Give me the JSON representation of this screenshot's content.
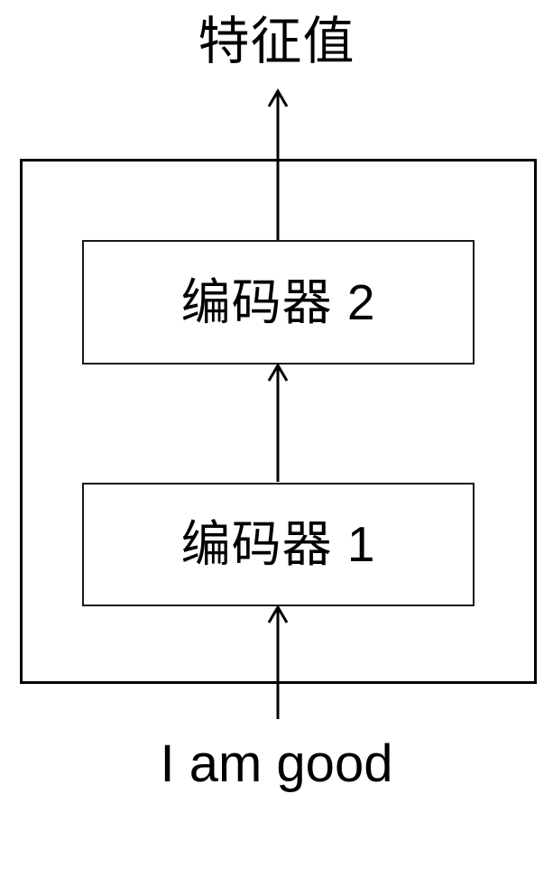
{
  "diagram": {
    "title": "特征值",
    "input_text": "I am good",
    "stroke_color": "#000000",
    "background_color": "#ffffff",
    "blocks": [
      {
        "id": "encoder-2",
        "label": "编码器 2"
      },
      {
        "id": "encoder-1",
        "label": "编码器 1"
      }
    ],
    "arrows": [
      {
        "id": "arrow-input-to-encoder1",
        "direction": "up",
        "from": "I am good",
        "to": "编码器 1"
      },
      {
        "id": "arrow-encoder1-to-encoder2",
        "direction": "up",
        "from": "编码器 1",
        "to": "编码器 2"
      },
      {
        "id": "arrow-encoder2-to-output",
        "direction": "up",
        "from": "编码器 2",
        "to": "特征值"
      }
    ]
  }
}
